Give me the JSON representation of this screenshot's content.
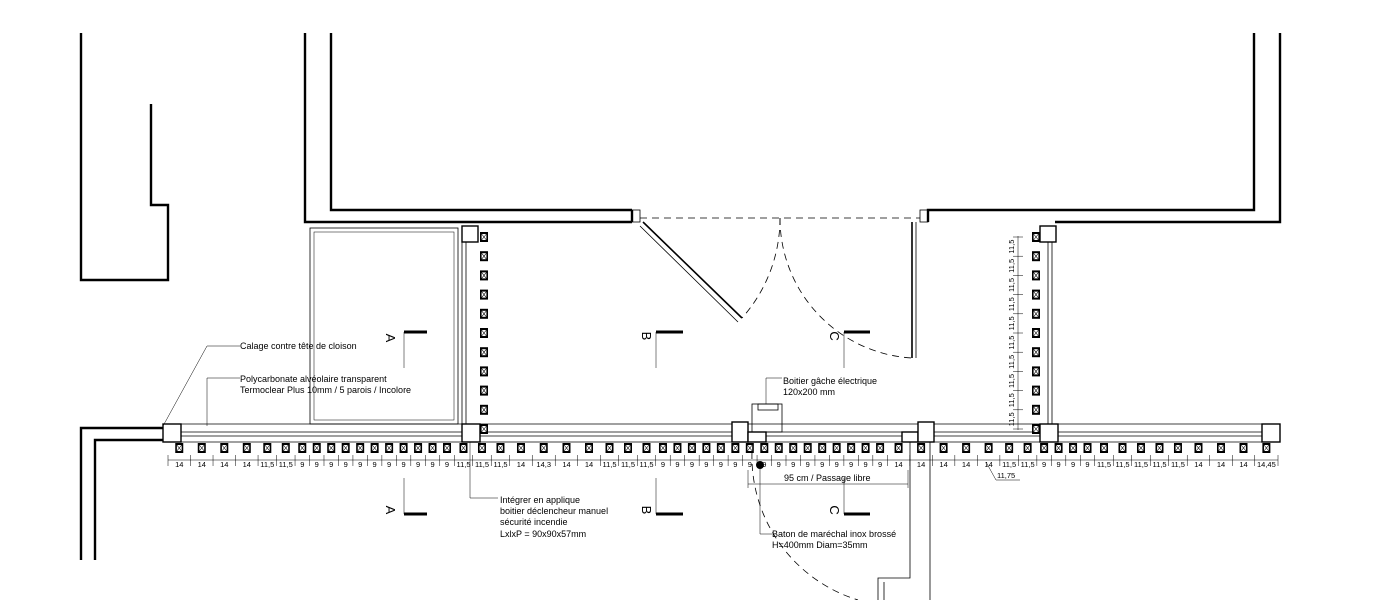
{
  "annotations": {
    "calage": "Calage contre tête de cloison",
    "polycarbonate_1": "Polycarbonate alvéolaire transparent",
    "polycarbonate_2": "Termoclear Plus 10mm / 5 parois / Incolore",
    "boitier_1": "Boitier gâche électrique",
    "boitier_2": "120x200 mm",
    "declencheur_1": "Intégrer en applique",
    "declencheur_2": "boitier déclencheur manuel",
    "declencheur_3": "sécurité incendie",
    "declencheur_4": "LxlxP = 90x90x57mm",
    "baton_1": "Baton de maréchal inox brossé",
    "baton_2": "H=400mm Diam=35mm",
    "passage": "95 cm / Passage libre",
    "dim_extra": "11,75"
  },
  "sections": [
    "A",
    "B",
    "C"
  ],
  "bottom_dims": [
    "14",
    "14",
    "14",
    "14",
    "11,5",
    "11,5",
    "9",
    "9",
    "9",
    "9",
    "9",
    "9",
    "9",
    "9",
    "9",
    "9",
    "9",
    "11,5",
    "11,5",
    "11,5",
    "14",
    "14,3",
    "14",
    "14",
    "11,5",
    "11,5",
    "11,5",
    "9",
    "9",
    "9",
    "9",
    "9",
    "9",
    "9",
    "9",
    "9",
    "9",
    "9",
    "9",
    "9",
    "9",
    "9",
    "9",
    "14",
    "14",
    "14",
    "14",
    "14",
    "11,5",
    "11,5",
    "9",
    "9",
    "9",
    "9",
    "11,5",
    "11,5",
    "11,5",
    "11,5",
    "11,5",
    "14",
    "14",
    "14",
    "14,45"
  ],
  "right_dims": [
    "11,5",
    "11,5",
    "11,5",
    "11,5",
    "11,5",
    "11,5",
    "11,5",
    "11,5",
    "11,5",
    "11,5"
  ]
}
